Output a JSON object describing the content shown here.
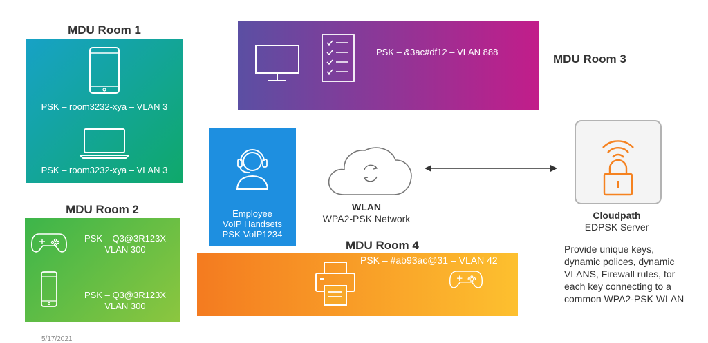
{
  "room1": {
    "title": "MDU Room 1",
    "psk_tablet": "PSK – room3232-xya – VLAN 3",
    "psk_laptop": "PSK – room3232-xya – VLAN 3"
  },
  "room2": {
    "title": "MDU Room 2",
    "psk_game_line1": "PSK – Q3@3R123X",
    "psk_game_line2": "VLAN 300",
    "psk_phone_line1": "PSK – Q3@3R123X",
    "psk_phone_line2": "VLAN 300"
  },
  "room3": {
    "title": "MDU Room 3",
    "psk": "PSK – &3ac#df12 – VLAN 888"
  },
  "room4": {
    "title": "MDU Room 4",
    "psk": "PSK – #ab93ac@31 – VLAN 42"
  },
  "employee": {
    "line1": "Employee",
    "line2": "VoIP Handsets",
    "line3": "PSK-VoIP1234"
  },
  "wlan": {
    "title": "WLAN",
    "subtitle": "WPA2-PSK Network"
  },
  "cloudpath": {
    "title": "Cloudpath",
    "subtitle": "EDPSK Server",
    "description_lines": [
      "Provide unique keys,",
      "dynamic polices, dynamic",
      "VLANS, Firewall rules, for",
      "each key connecting to a",
      "common WPA2-PSK WLAN"
    ]
  },
  "footer": {
    "date": "5/17/2021"
  },
  "colors": {
    "room1_start": "#17a2c6",
    "room1_end": "#0fa86a",
    "room2_start": "#3cb54a",
    "room2_end": "#8cc63f",
    "room3_start": "#5b4fa3",
    "room3_end": "#c21d8a",
    "room4_start": "#f47b20",
    "room4_end": "#fdc02f",
    "employee": "#1e8fe0",
    "lock_orange": "#f58220"
  }
}
